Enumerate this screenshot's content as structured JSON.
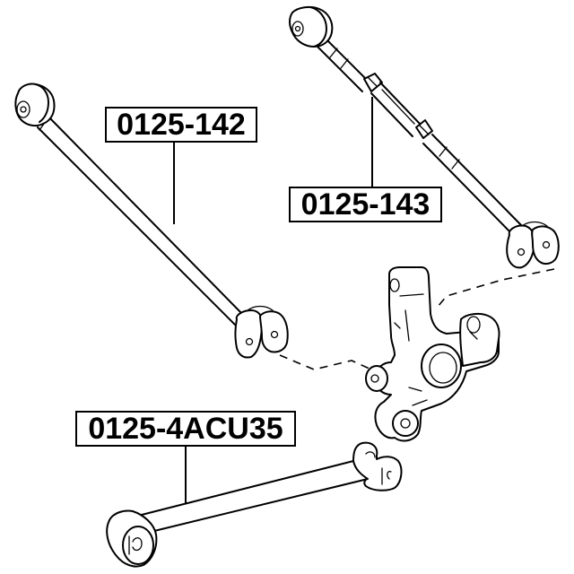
{
  "diagram": {
    "type": "exploded parts diagram",
    "subject": "rear suspension arms and knuckle",
    "background_color": "#ffffff",
    "ink_color": "#000000"
  },
  "labels": {
    "part_142": "0125-142",
    "part_143": "0125-143",
    "part_4acu35": "0125-4ACU35"
  },
  "parts": [
    {
      "id": "part_142",
      "description": "long straight lateral link with bushing eyes at both ends",
      "label": "0125-142"
    },
    {
      "id": "part_143",
      "description": "adjustable lateral link with turnbuckle sleeve",
      "label": "0125-143"
    },
    {
      "id": "part_4acu35",
      "description": "lower trailing arm with bushing and bracket end",
      "label": "0125-4ACU35"
    },
    {
      "id": "knuckle",
      "description": "rear axle carrier / steering knuckle (unlabeled)",
      "label": ""
    }
  ]
}
